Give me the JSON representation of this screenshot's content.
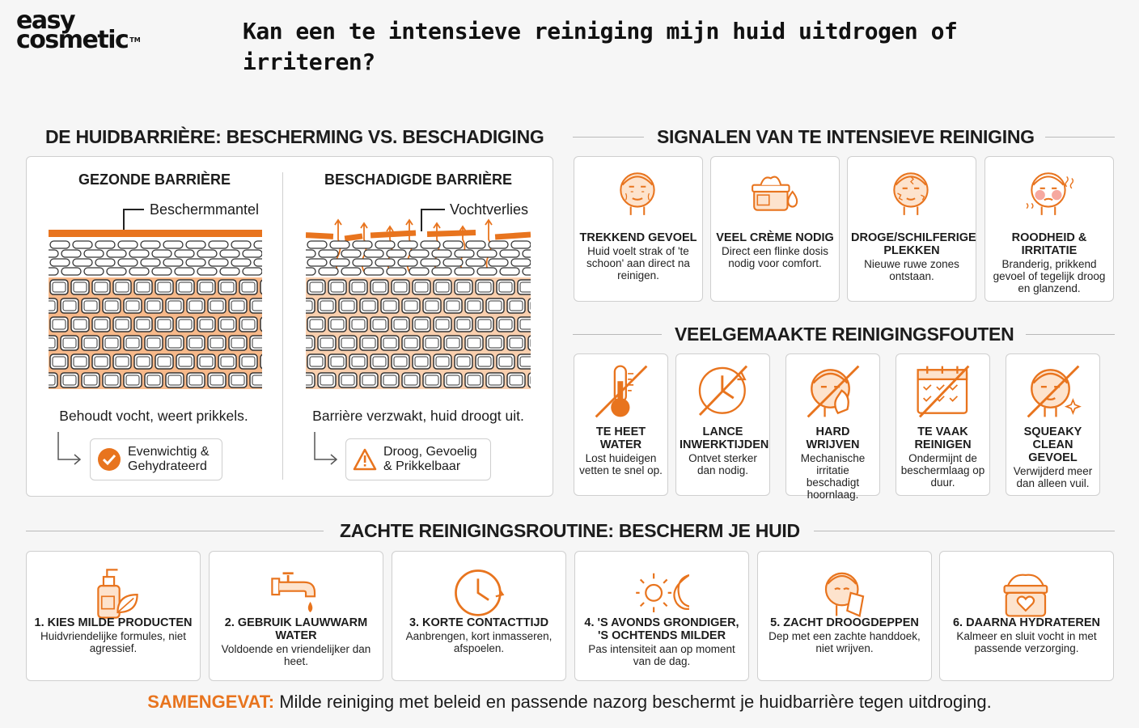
{
  "logo": {
    "line1": "easy",
    "line2": "cosmetic",
    "tm": "TM"
  },
  "title": "Kan een te intensieve reiniging mijn huid uitdrogen of irriteren?",
  "barrier": {
    "heading": "DE HUIDBARRIÈRE: BESCHERMING VS. BESCHADIGING",
    "healthy": {
      "title": "GEZONDE BARRIÈRE",
      "label": "Beschermmantel",
      "caption": "Behoudt vocht, weert prikkels.",
      "badge": "Evenwichtig & Gehydrateerd"
    },
    "damaged": {
      "title": "BESCHADIGDE BARRIÈRE",
      "label": "Vochtverlies",
      "caption": "Barrière verzwakt, huid droogt uit.",
      "badge": "Droog, Gevoelig & Prikkelbaar"
    }
  },
  "signals": {
    "heading": "SIGNALEN VAN TE INTENSIEVE REINIGING",
    "items": [
      {
        "title": "TREKKEND GEVOEL",
        "desc": "Huid voelt strak of 'te schoon' aan direct na reinigen.",
        "icon": "face-tight-icon"
      },
      {
        "title": "VEEL CRÈME NODIG",
        "desc": "Direct een flinke dosis nodig voor comfort.",
        "icon": "cream-jar-icon"
      },
      {
        "title": "DROGE/SCHILFERIGE PLEKKEN",
        "desc": "Nieuwe ruwe zones ontstaan.",
        "icon": "face-flaky-icon"
      },
      {
        "title": "ROODHEID & IRRITATIE",
        "desc": "Branderig, prikkend gevoel of tegelijk droog en glanzend.",
        "icon": "face-redness-icon"
      }
    ]
  },
  "mistakes": {
    "heading": "VEELGEMAAKTE REINIGINGSFOUTEN",
    "items": [
      {
        "title": "TE HEET WATER",
        "desc": "Lost huideigen vetten te snel op.",
        "icon": "thermometer-icon"
      },
      {
        "title": "LANCE INWERKTIJDEN",
        "desc": "Ontvet sterker dan nodig.",
        "icon": "clock-crossed-icon"
      },
      {
        "title": "HARD WRIJVEN",
        "desc": "Mechanische irritatie beschadigt hoornlaag.",
        "icon": "face-rubbing-icon"
      },
      {
        "title": "TE VAAK REINIGEN",
        "desc": "Ondermijnt de beschermlaag op duur.",
        "icon": "calendar-icon"
      },
      {
        "title": "SQUEAKY CLEAN GEVOEL",
        "desc": "Verwijderd meer dan alleen vuil.",
        "icon": "face-sparkle-icon"
      }
    ]
  },
  "routine": {
    "heading": "ZACHTE REINIGINGSROUTINE: BESCHERM JE HUID",
    "items": [
      {
        "title": "1. KIES MILDE PRODUCTEN",
        "desc": "Huidvriendelijke formules, niet agressief.",
        "icon": "bottle-leaf-icon"
      },
      {
        "title": "2. GEBRUIK LAUWWARM WATER",
        "desc": "Voldoende en vriendelijker dan heet.",
        "icon": "faucet-icon"
      },
      {
        "title": "3. KORTE CONTACTTIJD",
        "desc": "Aanbrengen, kort inmasseren, afspoelen.",
        "icon": "clock-icon"
      },
      {
        "title": "4. 'S AVONDS GRONDIGER, 'S OCHTENDS MILDER",
        "desc": "Pas intensiteit aan op moment van de dag.",
        "icon": "sun-moon-icon"
      },
      {
        "title": "5. ZACHT DROOGDEPPEN",
        "desc": "Dep met een zachte handdoek, niet wrijven.",
        "icon": "face-towel-icon"
      },
      {
        "title": "6. DAARNA HYDRATEREN",
        "desc": "Kalmeer en sluit vocht in met passende verzorging.",
        "icon": "cream-heart-icon"
      }
    ]
  },
  "summary": {
    "label": "SAMENGEVAT:",
    "text": " Milde reiniging met beleid en passende nazorg beschermt je huidbarrière tegen uitdroging."
  },
  "colors": {
    "accent": "#e8741e",
    "text": "#1c1c1c",
    "border": "#cfcfcf",
    "background": "#f6f6f6"
  }
}
